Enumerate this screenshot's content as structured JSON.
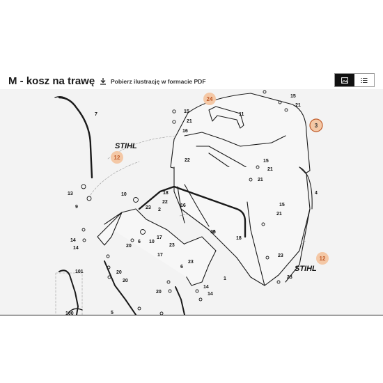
{
  "header": {
    "title": "M - kosz na trawę",
    "download_label": "Pobierz ilustrację w formacie PDF",
    "icons": {
      "download": "download-icon",
      "image_view": "image-icon",
      "list_view": "list-icon"
    }
  },
  "colors": {
    "accent_badge": "#f4c8a6",
    "badge_text": "#c05a28",
    "line": "#1a1a1a",
    "diagram_bg": "#f3f3f3"
  },
  "diagram": {
    "brand_labels": [
      "STIHL",
      "STIHL"
    ],
    "highlighted_parts": [
      "24",
      "12",
      "3",
      "12"
    ],
    "part_labels": [
      "15",
      "21",
      "15",
      "21",
      "7",
      "11",
      "16",
      "15",
      "21",
      "21",
      "22",
      "15",
      "21",
      "13",
      "9",
      "10",
      "18",
      "22",
      "23",
      "2",
      "16",
      "4",
      "14",
      "14",
      "6",
      "20",
      "10",
      "17",
      "16",
      "23",
      "23",
      "18",
      "17",
      "6",
      "23",
      "101",
      "20",
      "20",
      "1",
      "20",
      "14",
      "14",
      "100",
      "5",
      "23"
    ]
  }
}
